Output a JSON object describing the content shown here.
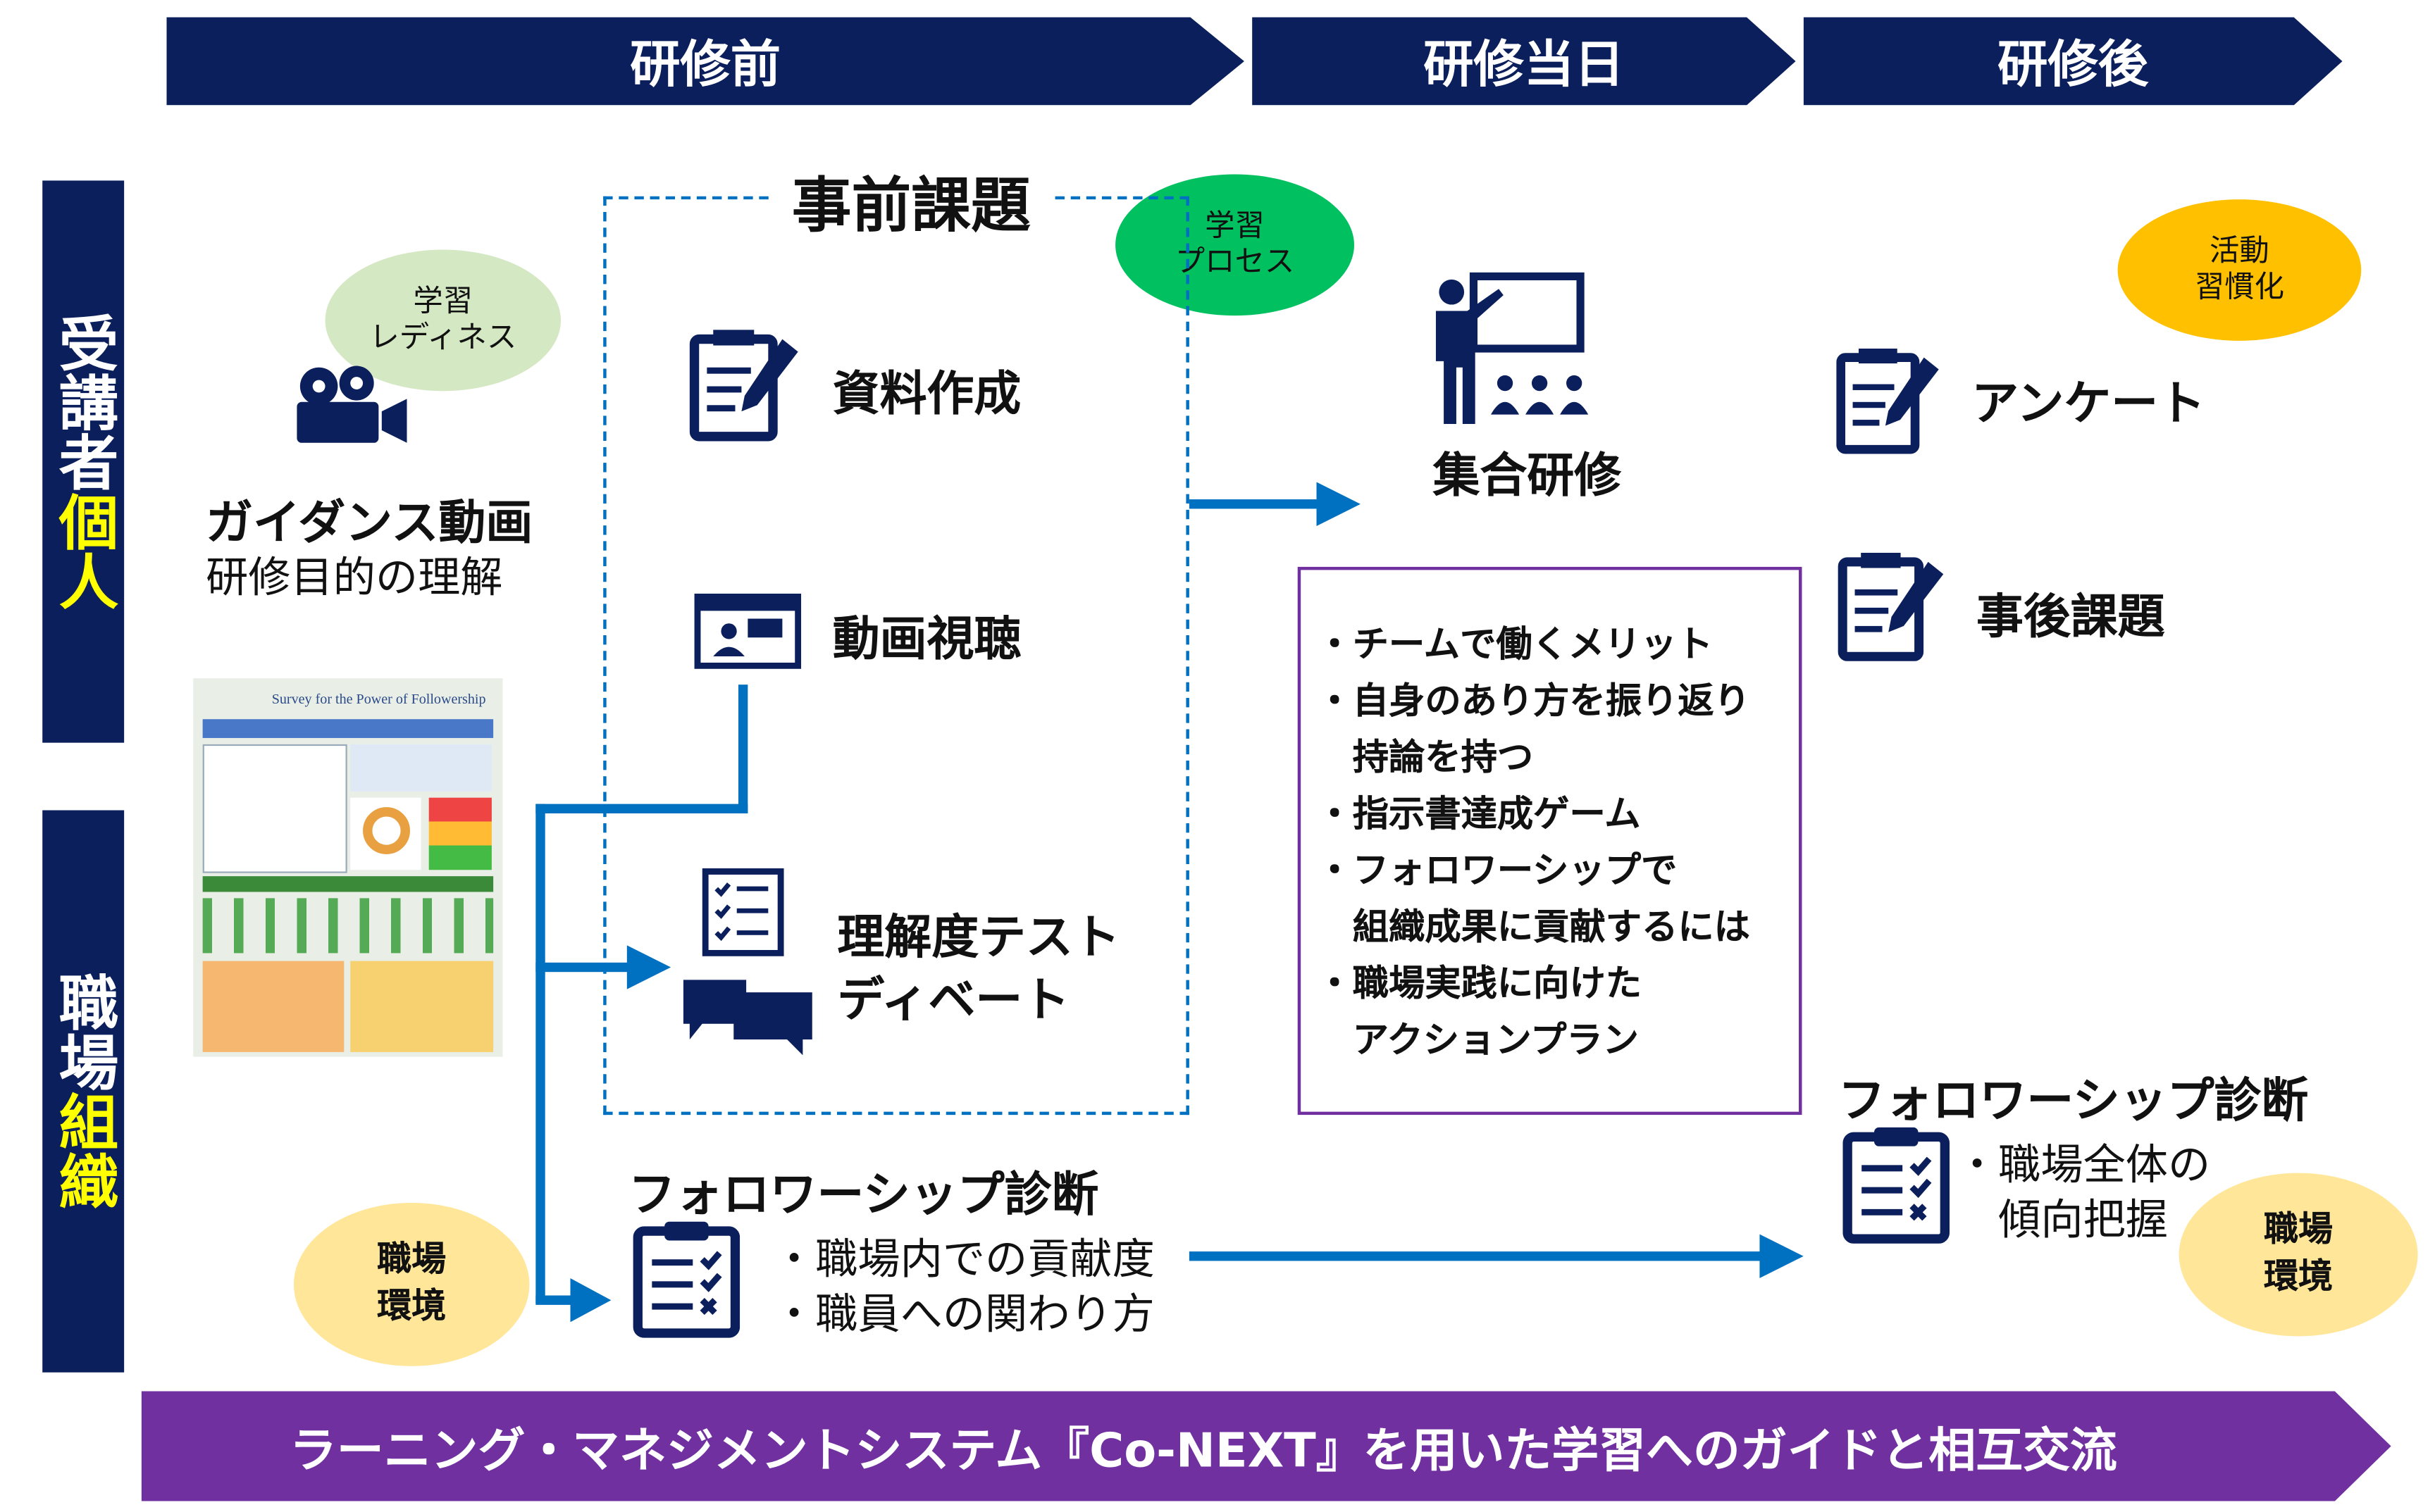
{
  "phases": [
    "研修前",
    "研修当日",
    "研修後"
  ],
  "rows": {
    "individual": {
      "a": "受講者",
      "b": "個人"
    },
    "organization": {
      "a": "職場",
      "b": "組織"
    }
  },
  "bottom_banner": "ラーニング・マネジメントシステム『Co-NEXT』を用いた学習へのガイドと相互交流",
  "bubbles": {
    "readiness": [
      "学習",
      "レディネス"
    ],
    "process": [
      "学習",
      "プロセス"
    ],
    "habit": [
      "活動",
      "習慣化"
    ],
    "env_left": [
      "職場",
      "環境"
    ],
    "env_right": [
      "職場",
      "環境"
    ]
  },
  "guidance": {
    "title": "ガイダンス動画",
    "sub": "研修目的の理解"
  },
  "thumbnail_title": "Survey for the Power of Followership",
  "pre_task": {
    "title": "事前課題",
    "items": [
      "資料作成",
      "動画視聴",
      "理解度テスト",
      "ディベート"
    ]
  },
  "diagnosis_pre": {
    "title": "フォロワーシップ診断",
    "items": [
      "・職場内での貢献度",
      "・職員への関わり方"
    ]
  },
  "training": {
    "title": "集合研修",
    "items": [
      "・チームで働くメリット",
      "・自身のあり方を振り返り",
      "　持論を持つ",
      "・指示書達成ゲーム",
      "・フォロワーシップで",
      "　組織成果に貢献するには",
      "・職場実践に向けた",
      "　アクションプラン"
    ]
  },
  "post": {
    "survey": "アンケート",
    "task": "事後課題",
    "diagnosis_title": "フォロワーシップ診断",
    "diagnosis_items": [
      "・職場全体の",
      "　傾向把握"
    ]
  },
  "colors": {
    "navy": "#0b1f5c",
    "purple": "#7030a0",
    "blue": "#0070c0",
    "yellow": "#ffff00"
  }
}
